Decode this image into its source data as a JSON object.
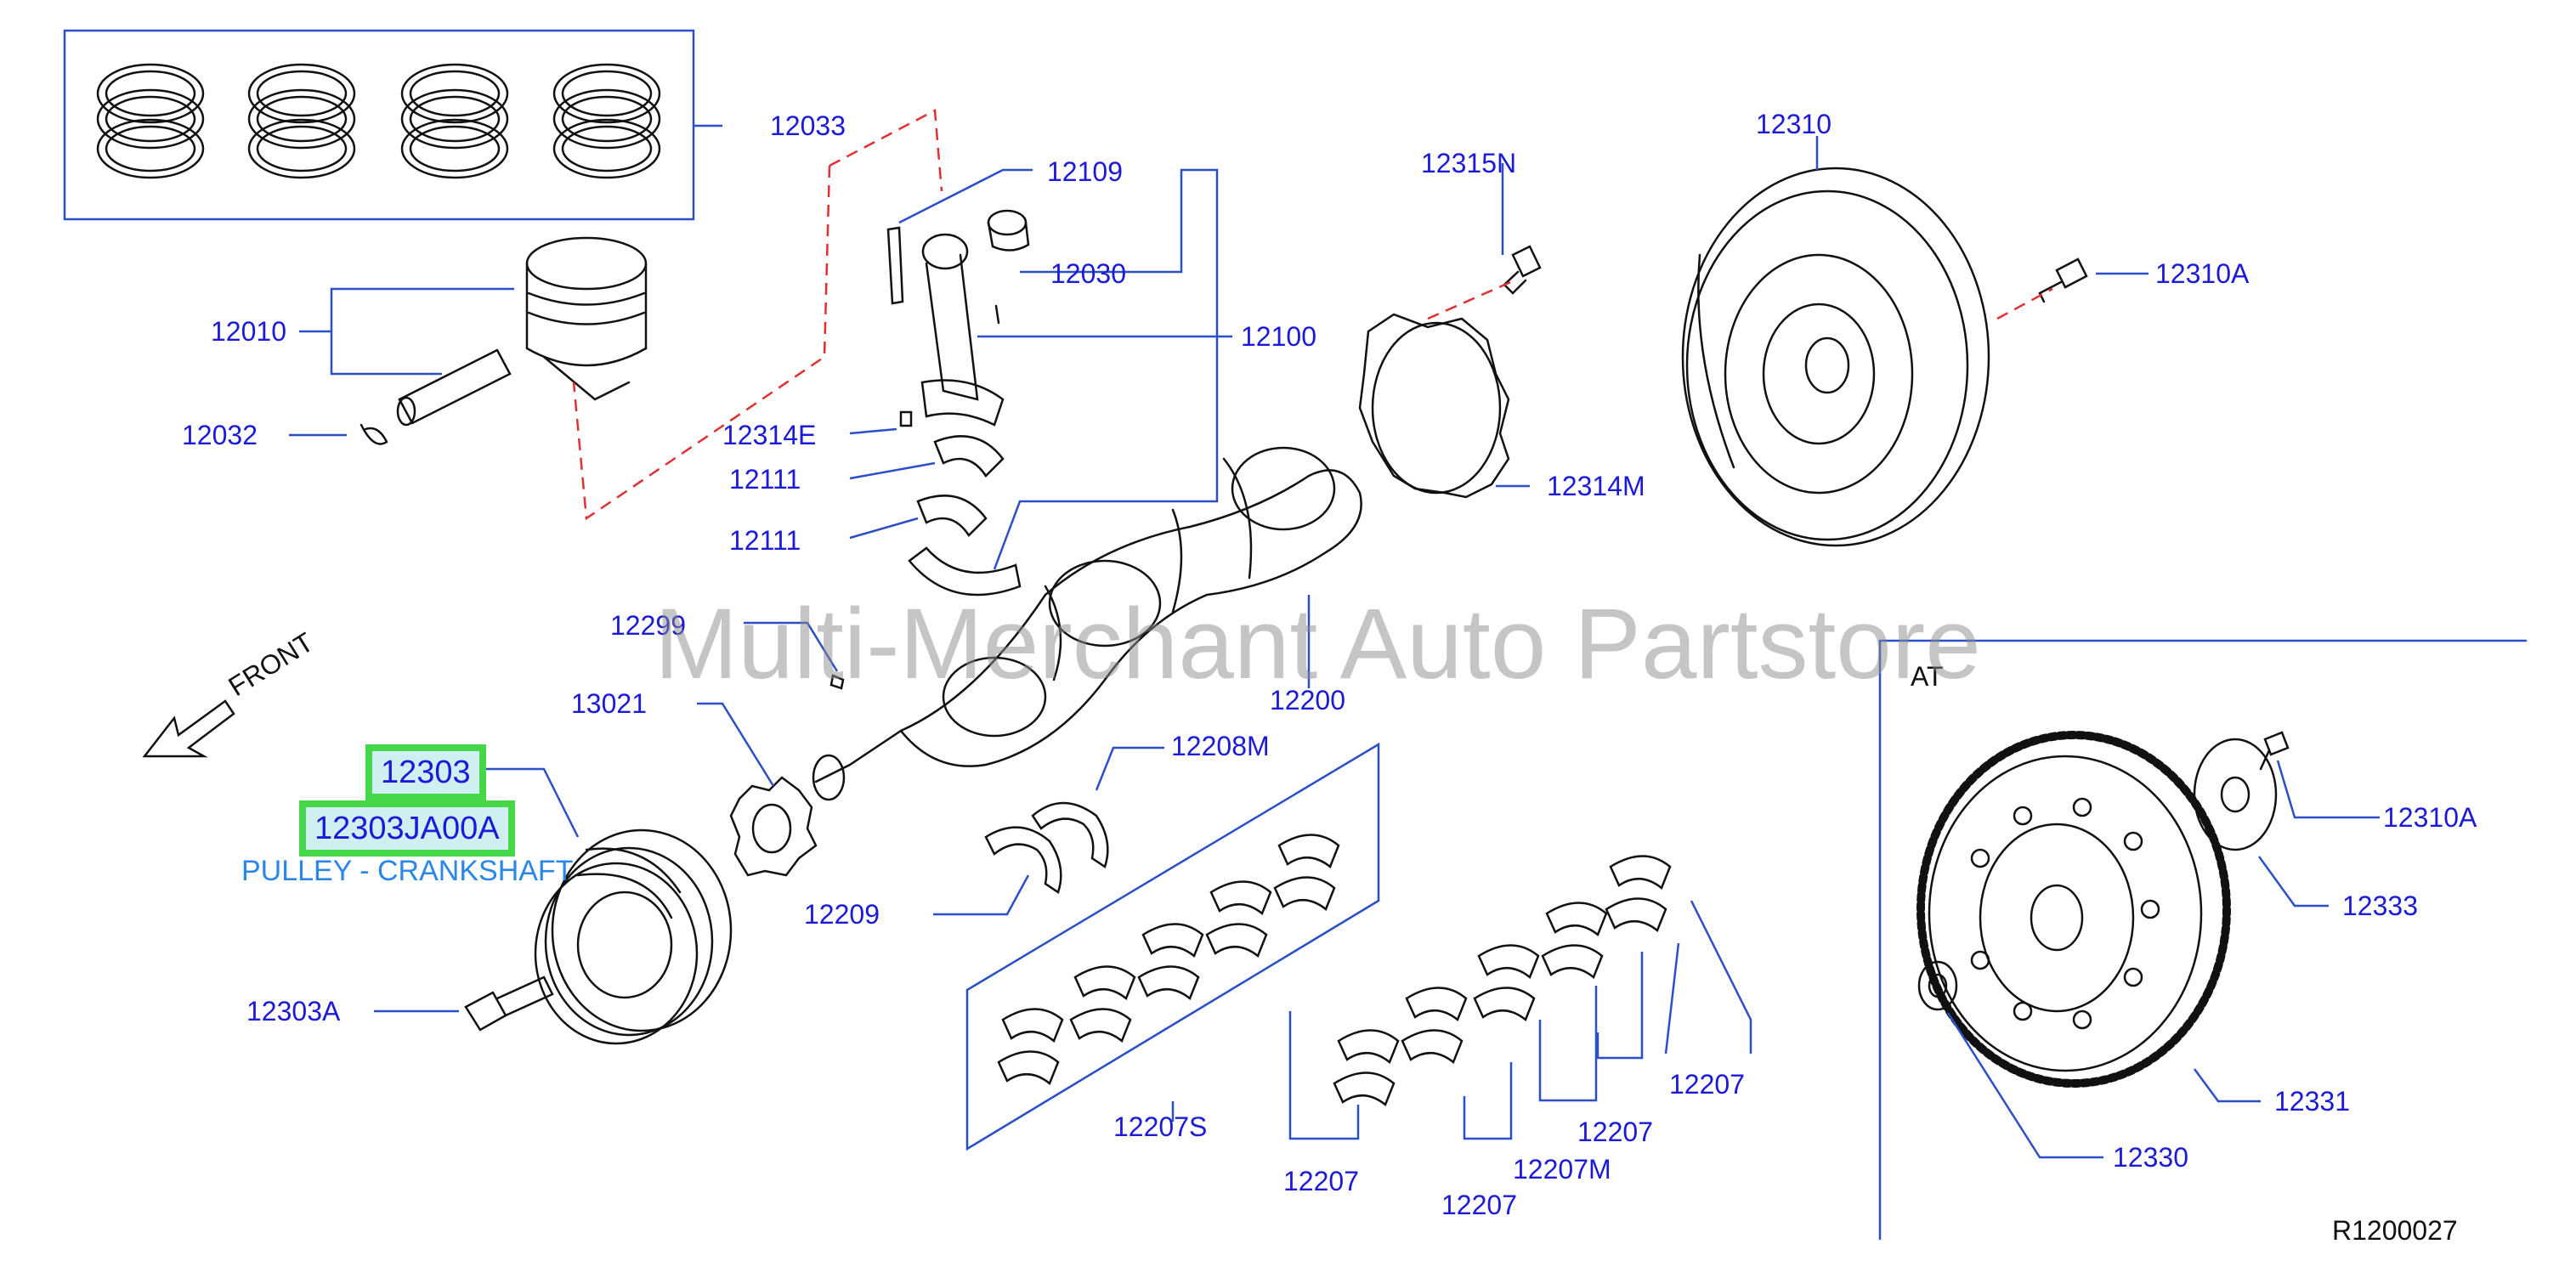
{
  "labels": {
    "p12033": "12033",
    "p12109": "12109",
    "p12030": "12030",
    "p12100": "12100",
    "p12010": "12010",
    "p12032": "12032",
    "p12314E": "12314E",
    "p12111a": "12111",
    "p12111b": "12111",
    "p12299": "12299",
    "p13021": "13021",
    "p12303": "12303",
    "p12303JA00A": "12303JA00A",
    "pulley_name": "PULLEY - CRANKSHAFT",
    "p12303A": "12303A",
    "p12209": "12209",
    "p12208M": "12208M",
    "p12200": "12200",
    "p12207S": "12207S",
    "p12207a": "12207",
    "p12207b": "12207",
    "p12207c": "12207",
    "p12207d": "12207",
    "p12207M": "12207M",
    "p12315N": "12315N",
    "p12314M": "12314M",
    "p12310": "12310",
    "p12310A_top": "12310A",
    "p12310A_at": "12310A",
    "p12333": "12333",
    "p12331": "12331",
    "p12330": "12330",
    "at_label": "AT",
    "front_label": "FRONT",
    "diagram_code": "R1200027",
    "watermark": "Multi-Merchant Auto Partstore"
  },
  "colors": {
    "label_blue": "#1a1ad8",
    "leader_blue": "#2a4fc8",
    "highlight_green": "#45d64a",
    "highlight_fill": "#cfeff0",
    "part_name_blue": "#2a86e8",
    "dashed_red": "#e03030",
    "linework": "#111111"
  },
  "icons": [
    "front-arrow-icon"
  ]
}
